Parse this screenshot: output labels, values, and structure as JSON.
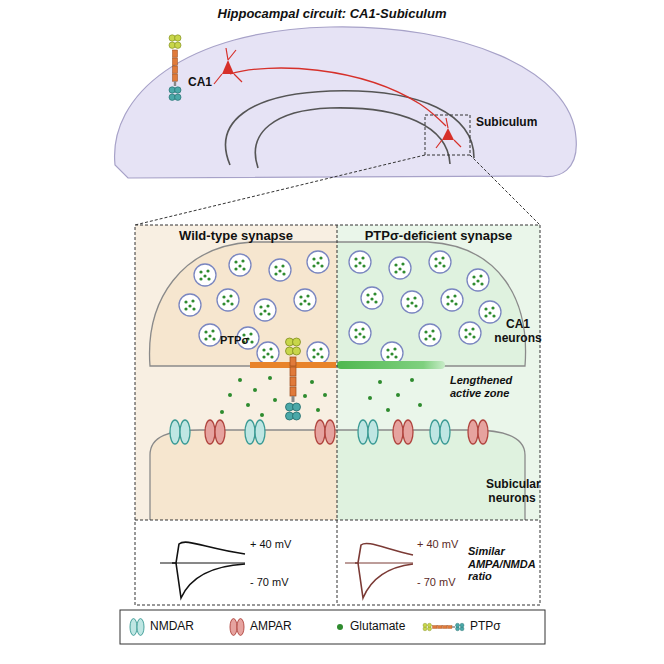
{
  "diagram": {
    "title": "Hippocampal circuit: CA1-Subiculum",
    "nodes": [
      {
        "text": [
          "Wild-type synapse"
        ]
      },
      {
        "text": [
          "PTPσ-deficient synapse"
        ]
      }
    ],
    "labels": [
      "CA1",
      "Subiculum",
      "CA1 neurons",
      "PTPσ",
      "Lengthened active zone",
      "Subicular neurons",
      "+ 40 mV",
      "- 70 mV",
      "+ 40 mV",
      "- 70 mV",
      "Similar AMPA/NMDA ratio"
    ],
    "legend": [
      {
        "text": "NMDAR"
      },
      {
        "text": "AMPAR"
      },
      {
        "text": "Glutamate"
      },
      {
        "text": "PTPσ"
      }
    ]
  }
}
